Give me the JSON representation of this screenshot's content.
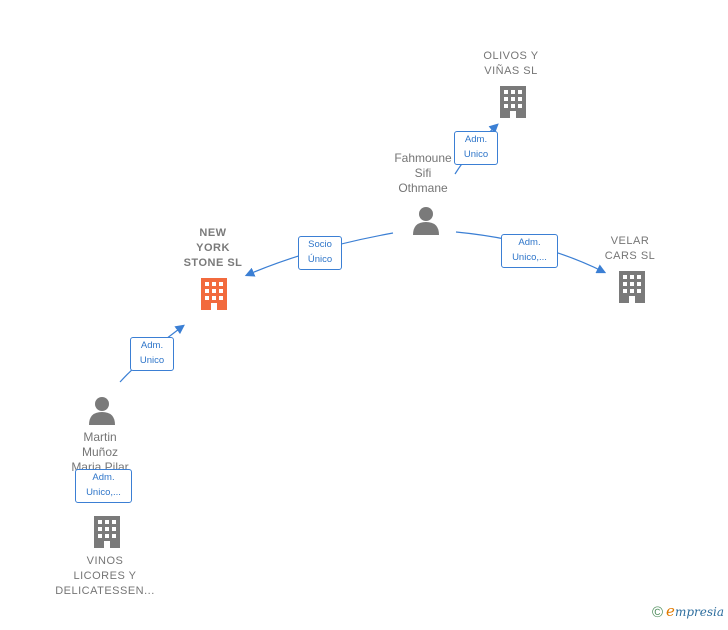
{
  "nodes": {
    "olivos": {
      "label": "OLIVOS Y\nVIÑAS  SL",
      "icon": "building-icon",
      "color": "#7a7a7a"
    },
    "fahmoune": {
      "label": "Fahmoune\nSifi\nOthmane",
      "icon": "person-icon",
      "color": "#7a7a7a"
    },
    "velar": {
      "label": "VELAR\nCARS  SL",
      "icon": "building-icon",
      "color": "#7a7a7a"
    },
    "newyork": {
      "label": "NEW\nYORK\nSTONE  SL",
      "icon": "building-icon",
      "color": "#f26a3d"
    },
    "martin": {
      "label": "Martin\nMuñoz\nMaria Pilar",
      "icon": "person-icon",
      "color": "#7a7a7a"
    },
    "vinos": {
      "label": "VINOS\nLICORES Y\nDELICATESSEN...",
      "icon": "building-icon",
      "color": "#7a7a7a"
    }
  },
  "edges": {
    "fahmoune_olivos": "Adm.\nUnico",
    "fahmoune_newyork": "Socio\nÚnico",
    "fahmoune_velar": "Adm.\nUnico,...",
    "martin_newyork": "Adm.\nUnico",
    "martin_vinos": "Adm.\nUnico,..."
  },
  "brand": {
    "copyright": "©",
    "name_first": "e",
    "name_rest": "mpresia"
  },
  "colors": {
    "edge": "#3b7fd4",
    "node": "#7a7a7a",
    "focus": "#f26a3d"
  }
}
